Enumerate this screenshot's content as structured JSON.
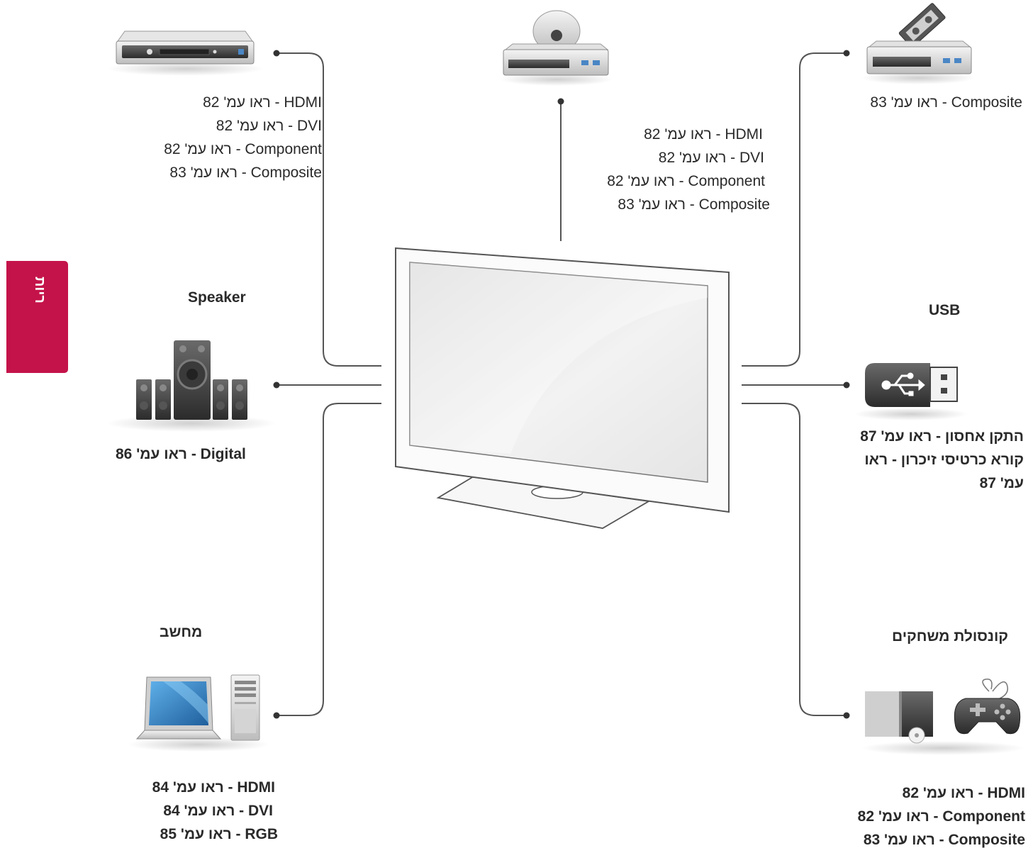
{
  "side_tab": {
    "label": "ריות",
    "color": "#c4134a"
  },
  "devices": {
    "dvd_left": {
      "lines": [
        "82 'ראו עמ - HDMI",
        "82 'ראו עמ - DVI",
        "82 'ראו עמ - Component",
        "83 'ראו עמ - Composite"
      ]
    },
    "bluray_top": {
      "lines": [
        "82 'ראו עמ - HDMI",
        "82 'ראו עמ - DVI",
        "82 'ראו עמ - Component",
        "83 'ראו עמ - Composite"
      ]
    },
    "vcr_right": {
      "lines": [
        "83 'ראו עמ - Composite"
      ]
    },
    "speaker": {
      "title": "Speaker",
      "lines": [
        "86 'ראו עמ - Digital"
      ]
    },
    "usb": {
      "title": "USB",
      "lines": [
        "87 'התקן אחסון - ראו עמ",
        "קורא כרטיסי זיכרון - ראו",
        "87 'עמ"
      ]
    },
    "computer": {
      "title": "מחשב",
      "lines": [
        "84 'ראו עמ - HDMI",
        "84 'ראו עמ - DVI",
        "85 'ראו עמ -  RGB"
      ]
    },
    "console": {
      "title": "קונסולת משחקים",
      "lines": [
        "82 'ראו עמ - HDMI",
        "82 'ראו עמ - Component",
        "83 'ראו עמ - Composite"
      ]
    }
  },
  "colors": {
    "line": "#555555",
    "accent": "#c4134a",
    "laptop_screen": "#1f6fb3"
  }
}
